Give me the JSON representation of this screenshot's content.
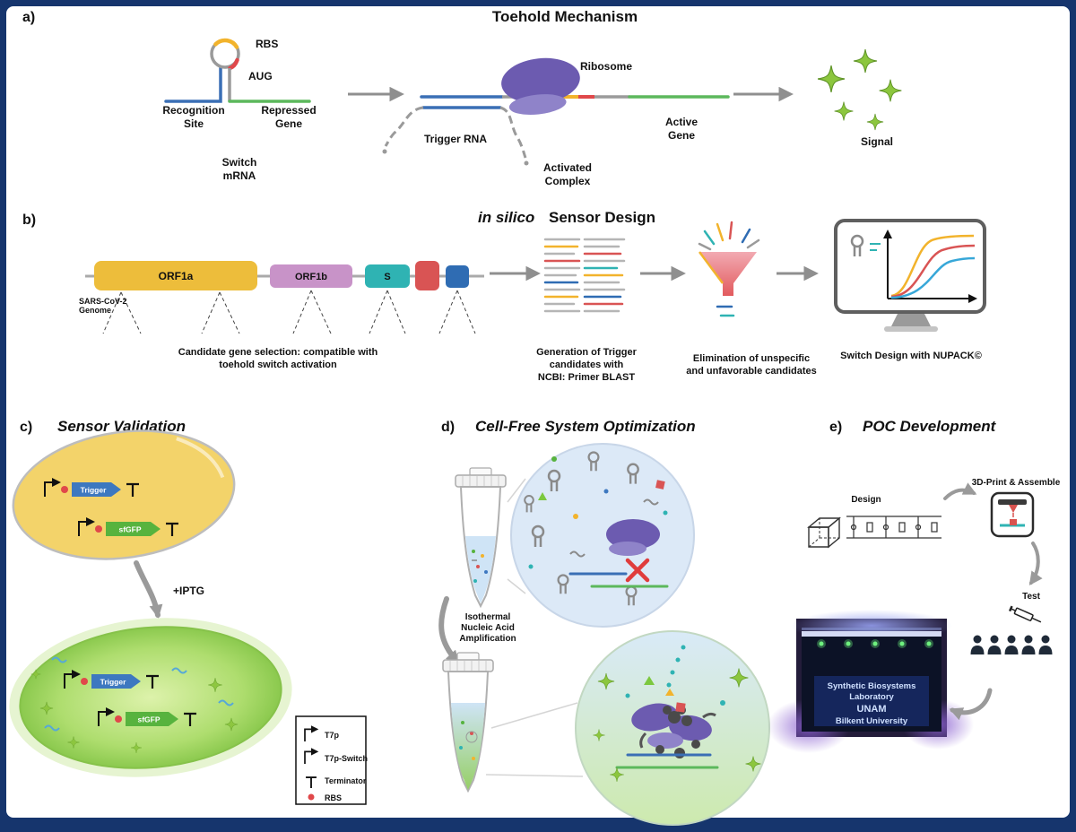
{
  "figure": {
    "background": "#ffffff",
    "frame_color": "#16356d",
    "accent_green": "#8cc63e",
    "accent_purple": "#6c5bb0",
    "accent_yellow": "#edbd3b",
    "accent_red": "#d95454",
    "accent_blue": "#3a6fb5",
    "accent_teal": "#2fb3b3"
  },
  "panel_a": {
    "tag": "a)",
    "title": "Toehold Mechanism",
    "rbs": "RBS",
    "aug": "AUG",
    "recognition1": "Recognition",
    "recognition2": "Site",
    "repressed1": "Repressed",
    "repressed2": "Gene",
    "switch1": "Switch",
    "switch2": "mRNA",
    "trigger_rna": "Trigger RNA",
    "ribosome": "Ribosome",
    "activated1": "Activated",
    "activated2": "Complex",
    "active1": "Active",
    "active2": "Gene",
    "signal": "Signal"
  },
  "panel_b": {
    "tag": "b)",
    "title_italic": "in silico",
    "title_rest": "Sensor Design",
    "genome1": "SARS-CoV-2",
    "genome2": "Genome",
    "genes": [
      "ORF1a",
      "ORF1b",
      "S"
    ],
    "cap1a": "Candidate gene selection: compatible with",
    "cap1b": "toehold switch activation",
    "cap2a": "Generation of Trigger",
    "cap2b": "candidates with",
    "cap2c": "NCBI: Primer BLAST",
    "cap3a": "Elimination of unspecific",
    "cap3b": "and unfavorable candidates",
    "cap4": "Switch Design with NUPACK©"
  },
  "panel_c": {
    "tag": "c)",
    "title": "Sensor Validation",
    "trigger": "Trigger",
    "sfgfp": "sfGFP",
    "iptg": "+IPTG",
    "legend": [
      "T7p",
      "T7p-Switch",
      "Terminator",
      "RBS"
    ]
  },
  "panel_d": {
    "tag": "d)",
    "title": "Cell-Free System Optimization",
    "amp1": "Isothermal",
    "amp2": "Nucleic Acid",
    "amp3": "Amplification"
  },
  "panel_e": {
    "tag": "e)",
    "title": "POC Development",
    "design": "Design",
    "print": "3D-Print & Assemble",
    "test": "Test",
    "device1": "Synthetic Biosystems",
    "device2": "Laboratory",
    "device3": "UNAM",
    "device4": "Bilkent University"
  }
}
